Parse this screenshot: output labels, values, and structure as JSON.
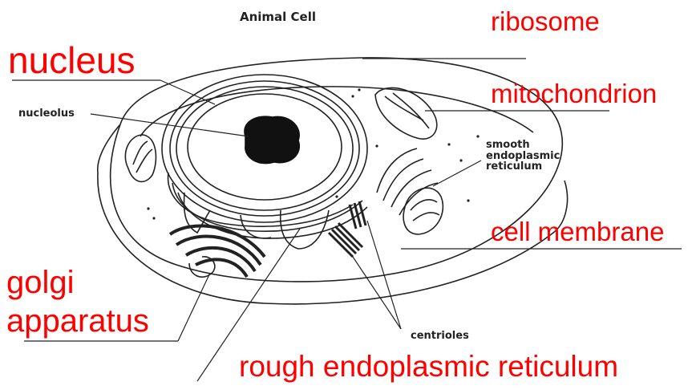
{
  "diagram": {
    "title": "Animal Cell",
    "printed_labels": {
      "nucleolus": "nucleolus",
      "smooth_er": [
        "smooth",
        "endoplasmic",
        "reticulum"
      ],
      "centrioles": "centrioles"
    },
    "red_labels": {
      "ribosome": "ribosome",
      "nucleus": "nucleus",
      "mitochondrion": "mitochondrion",
      "cell_membrane": "cell membrane",
      "golgi_line1": "golgi",
      "golgi_line2": "apparatus",
      "rough_er": "rough endoplasmic reticulum"
    },
    "colors": {
      "annotation": "#ff0000",
      "linework": "#222222"
    }
  }
}
